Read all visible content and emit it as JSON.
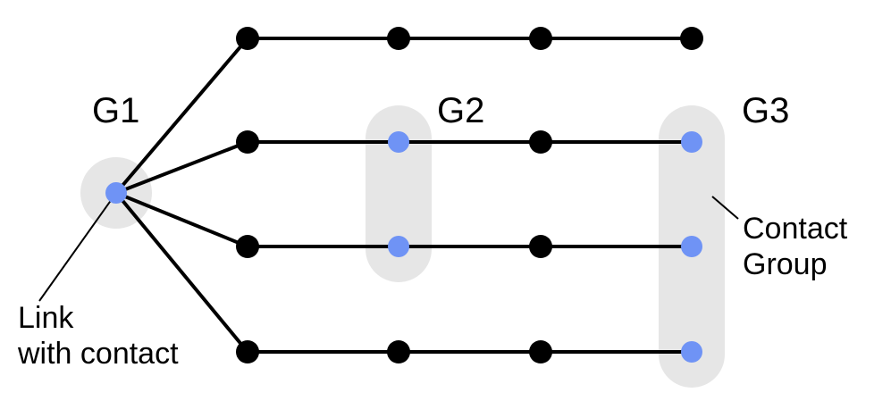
{
  "labels": {
    "g1": "G1",
    "g2": "G2",
    "g3": "G3",
    "contact_group_line1": "Contact",
    "contact_group_line2": "Group",
    "link_with_contact_line1": "Link",
    "link_with_contact_line2": "with contact"
  },
  "colors": {
    "node_regular": "#000000",
    "node_contact": "#6f93f5",
    "halo": "#e6e6e6",
    "edge": "#000000"
  }
}
